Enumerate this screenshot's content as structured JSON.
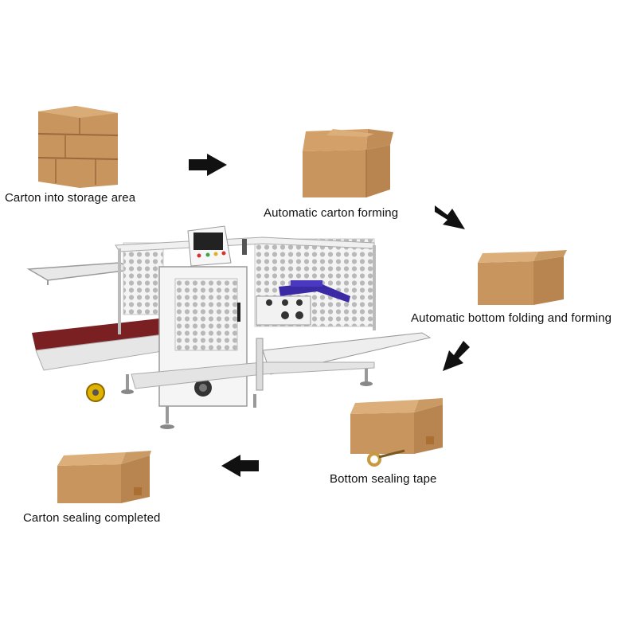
{
  "steps": [
    {
      "label": "Carton into storage area"
    },
    {
      "label": "Automatic carton forming"
    },
    {
      "label": "Automatic bottom folding and forming"
    },
    {
      "label": "Bottom sealing tape"
    },
    {
      "label": "Carton sealing completed"
    }
  ],
  "colors": {
    "cardboard": "#c8955f",
    "cardboard_dark": "#a87642",
    "cardboard_light": "#d9ab76",
    "machine_frame": "#f1f1f1",
    "machine_mesh": "#bdbdbd",
    "conveyor_belt": "#7a1f22",
    "actuator": "#3b2aa6",
    "caster_wheel": "#e0b300",
    "arrow": "#111111"
  },
  "icons": [
    "flow-arrow-icon",
    "carton-icon",
    "machine-illustration",
    "tape-roll-icon"
  ]
}
